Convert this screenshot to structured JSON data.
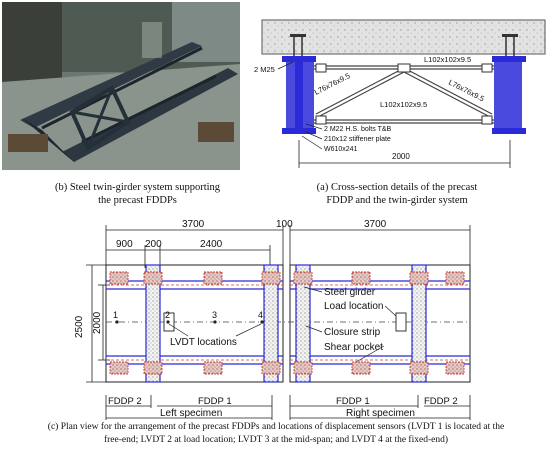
{
  "colors": {
    "steel_blue": "#2a2ad8",
    "concrete_grey": "#d9d9d9",
    "pocket_red": "#c9423a",
    "closure_blue": "#7d86e8"
  },
  "photo": {
    "caption_line1": "(b)  Steel twin-girder system supporting",
    "caption_line2": "the precast FDDPs"
  },
  "section": {
    "labels": {
      "top_angle": "L102x102x9.5",
      "bottom_angle": "L102x102x9.5",
      "diag_left": "L76x76x9.5",
      "diag_right": "L76x76x9.5",
      "bolt_m25": "2 M25",
      "bolts_m22": "2 M22 H.S. bolts T&B",
      "stiffener": "210x12 stiffener plate",
      "girder": "W610x241",
      "width_dim": "2000"
    },
    "caption_line1": "(a)  Cross-section details of the precast",
    "caption_line2": "FDDP and the twin-girder system"
  },
  "plan": {
    "dims": {
      "left_span": "3700",
      "gap": "100",
      "right_span": "3700",
      "d900": "900",
      "d200": "200",
      "d2400": "2400",
      "width_outer": "2500",
      "width_inner": "2000"
    },
    "lvdt": {
      "n1": "1",
      "n2": "2",
      "n3": "3",
      "n4": "4",
      "label": "LVDT locations"
    },
    "legend": {
      "steel_girder": "Steel girder",
      "load_location": "Load location",
      "closure_strip": "Closure strip",
      "shear_pocket": "Shear pocket"
    },
    "panels": {
      "fddp2_left": "FDDP 2",
      "fddp1_left": "FDDP 1",
      "fddp1_right": "FDDP 1",
      "fddp2_right": "FDDP 2",
      "left_specimen": "Left specimen",
      "right_specimen": "Right specimen"
    },
    "caption_line1": "(c) Plan view for the arrangement of the precast FDDPs and locations of displacement sensors (LVDT 1 is located at the",
    "caption_line2": "free-end; LVDT 2 at load location; LVDT 3 at the mid-span; and LVDT 4 at the fixed-end)"
  }
}
